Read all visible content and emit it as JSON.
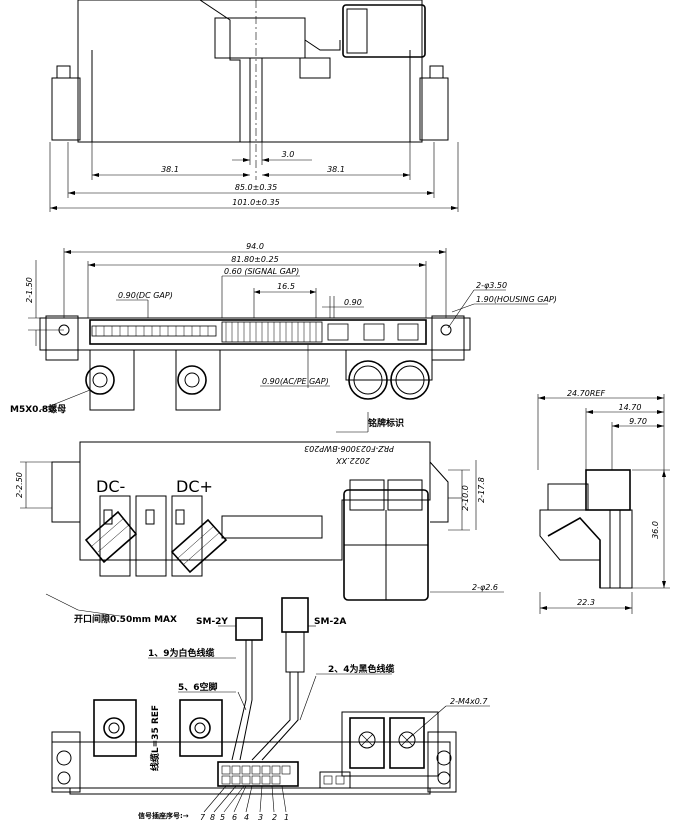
{
  "top_view": {
    "dim_left": "38.1",
    "dim_gap": "3.0",
    "dim_right": "38.1",
    "dim_inner": "85.0±0.35",
    "dim_overall": "101.0±0.35"
  },
  "plan_view": {
    "dim_94": "94.0",
    "dim_81": "81.80±0.25",
    "signal_gap": "0.60 (SIGNAL GAP)",
    "dim_165": "16.5",
    "dc_gap": "0.90(DC GAP)",
    "dim_090": "0.90",
    "hole_dim": "2-φ3.50",
    "housing_gap": "1.90(HOUSING GAP)",
    "dim_150": "2-1.50",
    "acpe_gap": "0.90(AC/PE GAP)",
    "nut_label": "M5X0.8螺母"
  },
  "front_view": {
    "dc_minus": "DC-",
    "dc_plus": "DC+",
    "marking_title": "铭牌标识",
    "marking_line1": "2022.XX",
    "marking_line2": "PRZ-F023006-BWP203",
    "dim_250": "2-2.50",
    "dim_100": "2-10.0",
    "dim_178": "2-17.8",
    "dim_phi26": "2-φ2.6",
    "open_gap": "开口间隙0.50mm MAX"
  },
  "side_view": {
    "dim_2470": "24.70REF",
    "dim_1470": "14.70",
    "dim_970": "9.70",
    "dim_360": "36.0",
    "dim_223": "22.3"
  },
  "bottom_view": {
    "sm_left": "SM-2Y",
    "sm_right": "SM-2A",
    "wire_white": "1、9为白色线缆",
    "wire_black": "2、4为黑色线缆",
    "empty_pin": "5、6空脚",
    "cable_label": "线缆L=35 REF",
    "m4": "2-M4x0.7",
    "pin_prefix": "信号插座序号:→",
    "pins": [
      "7",
      "8",
      "5",
      "6",
      "4",
      "3",
      "2",
      "1"
    ]
  }
}
